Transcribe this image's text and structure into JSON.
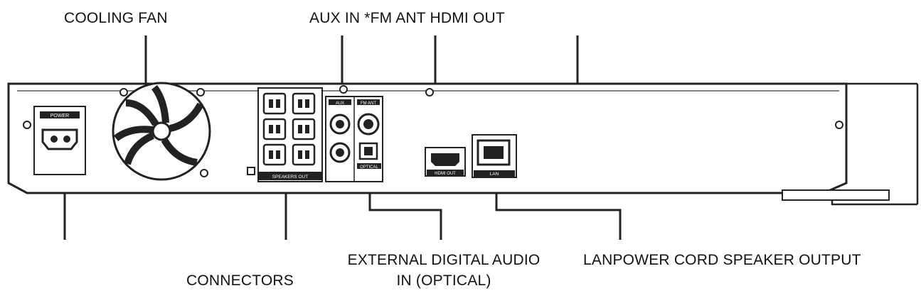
{
  "callouts": {
    "cooling_fan": "COOLING FAN",
    "aux_fm_hdmi": "AUX IN *FM ANT HDMI OUT",
    "connectors": "CONNECTORS",
    "ext_digital_line1": "EXTERNAL DIGITAL AUDIO",
    "ext_digital_line2": "IN (OPTICAL)",
    "lan_power_speaker": "LANPOWER CORD SPEAKER OUTPUT"
  },
  "panel_labels": {
    "power": "POWER",
    "speaker_out": "SPEAKERS OUT",
    "hdmi_out": "HDMI OUT",
    "lan": "LAN",
    "optical": "OPTICAL",
    "fm_ant": "FM ANT",
    "aux": "AUX"
  }
}
